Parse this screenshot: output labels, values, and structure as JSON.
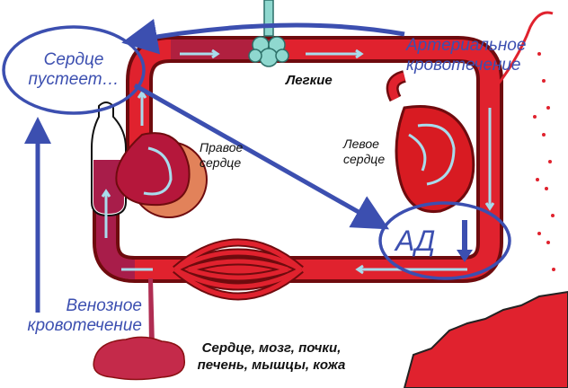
{
  "labels": {
    "heart_empties": [
      "Сердце",
      "пустеет…"
    ],
    "lungs": "Легкие",
    "arterial_bleeding": [
      "Артериальное",
      "кровотечение"
    ],
    "right_heart": [
      "Правое",
      "сердце"
    ],
    "left_heart": [
      "Левое",
      "сердце"
    ],
    "blood_pressure": "АД",
    "venous_bleeding": [
      "Венозное",
      "кровотечение"
    ],
    "organs": [
      "Сердце, мозг, почки,",
      "печень, мышцы, кожа"
    ]
  },
  "colors": {
    "vessel_red": "#e0222e",
    "vessel_dark": "#8a0f12",
    "vessel_purple": "#a81d4a",
    "venous_purple": "#b02d52",
    "right_heart_tan": "#e2825a",
    "left_heart_red": "#d81b22",
    "flow_arrows": "#a8dcec",
    "annotation_blue": "#3c4fb0",
    "lungs_teal": "#8fd8cf"
  }
}
